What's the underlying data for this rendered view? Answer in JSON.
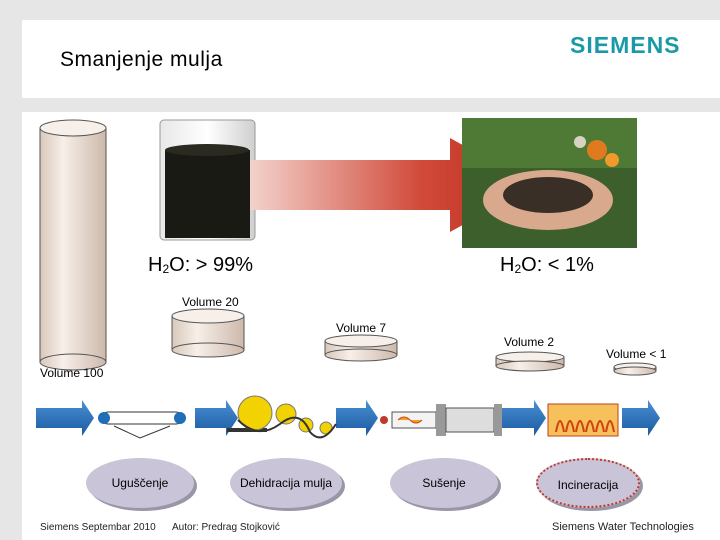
{
  "slide": {
    "title": "Smanjenje mulja",
    "brand": "SIEMENS",
    "water_high": {
      "prefix": "H",
      "sub": "2",
      "suffix": "O: > 99%"
    },
    "water_low": {
      "prefix": "H",
      "sub": "2",
      "suffix": "O: < 1%"
    },
    "volumes": {
      "v100": "Volume 100",
      "v20": "Volume 20",
      "v7": "Volume 7",
      "v2": "Volume 2",
      "v1": "Volume < 1"
    },
    "steps": {
      "thickening": "Uguščenje",
      "dewatering": "Dehidracija mulja",
      "drying": "Sušenje",
      "incineration": "Incineracija"
    },
    "footer": {
      "date": "Siemens Septembar 2010",
      "author": "Autor: Predrag Stojković",
      "company": "Siemens Water Technologies"
    }
  },
  "colors": {
    "cylinder": "#efe3da",
    "arrow": "#c0392b",
    "brand": "#1a9aa8",
    "process_arrow": "#1f6fb8",
    "step_fill": "#c9c4d8"
  }
}
